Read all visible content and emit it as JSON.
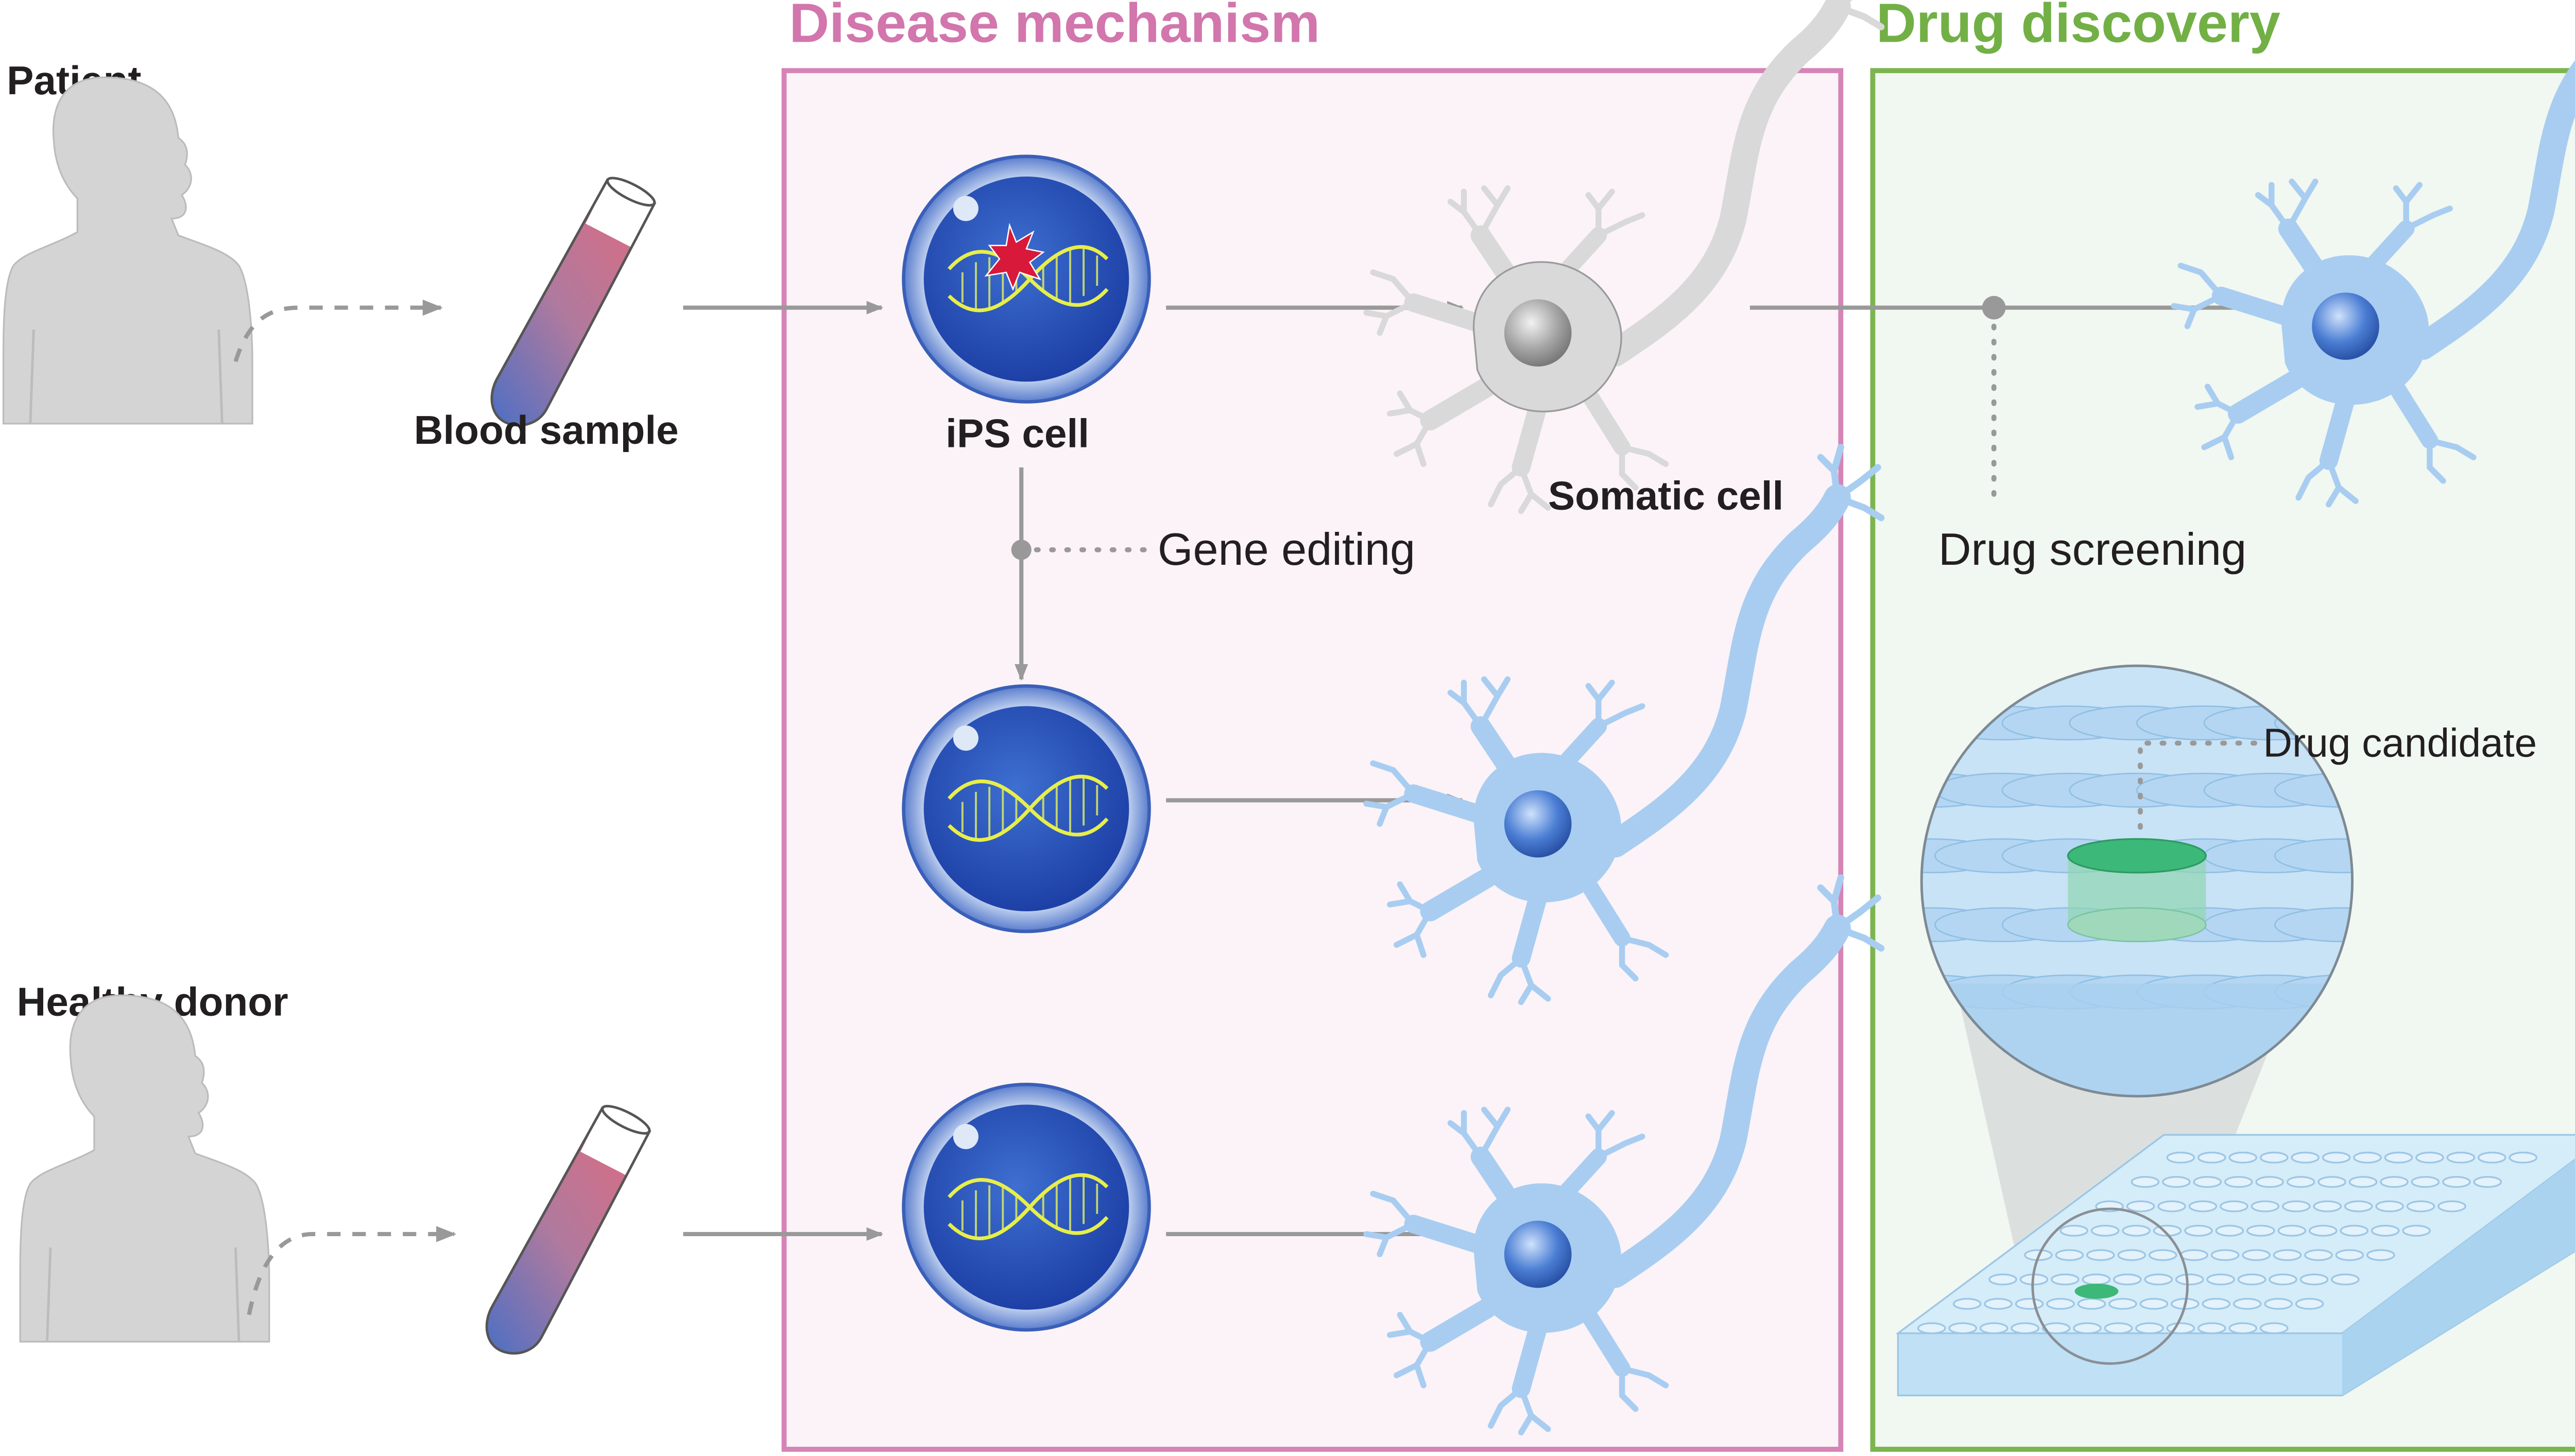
{
  "labels": {
    "patient": "Patient",
    "healthy_donor": "Healthy donor",
    "blood_sample": "Blood sample",
    "ips_cell": "iPS cell",
    "gene_editing": "Gene editing",
    "somatic_cell": "Somatic cell",
    "drug_screening": "Drug screening",
    "drug_candidate": "Drug candidate"
  },
  "sections": {
    "disease_mechanism": "Disease mechanism",
    "drug_discovery": "Drug discovery"
  },
  "colors": {
    "disease_border": "#d584b6",
    "disease_fill": "#fbf3f8",
    "discovery_border": "#7cb54f",
    "discovery_fill": "#f1f7f1",
    "disease_title": "#d276ad",
    "discovery_title": "#72b046",
    "arrow": "#999999",
    "silhouette": "#d4d4d4",
    "neuron_blue": "#9fc7ee",
    "neuron_grey": "#d9d9d9",
    "well_green": "#3cb878"
  }
}
